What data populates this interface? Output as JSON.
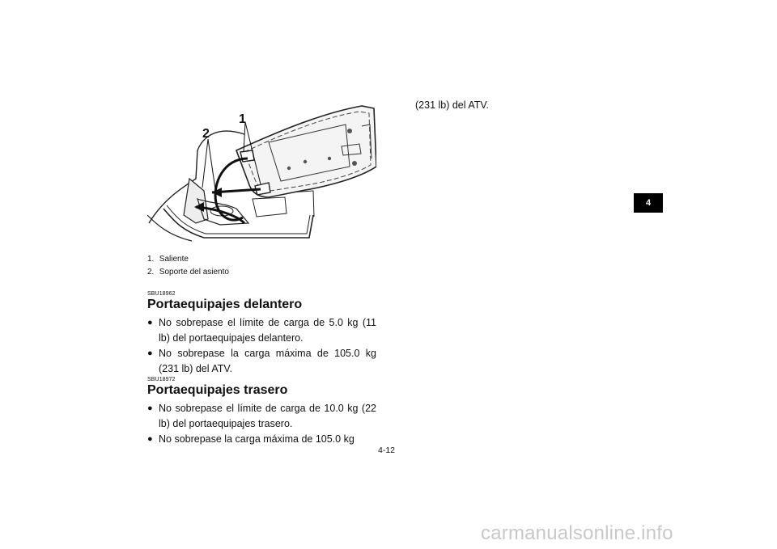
{
  "figure": {
    "callouts": [
      "1",
      "2"
    ],
    "captions": [
      {
        "num": "1.",
        "text": "Saliente"
      },
      {
        "num": "2.",
        "text": "Soporte del asiento"
      }
    ]
  },
  "sections": [
    {
      "code": "SBU18962",
      "title": "Portaequipajes delantero",
      "bullets": [
        "No sobrepase el límite de carga de 5.0 kg (11 lb) del portaequipajes delantero.",
        "No sobrepase la carga máxima de 105.0 kg (231 lb) del ATV."
      ]
    },
    {
      "code": "SBU18972",
      "title": "Portaequipajes trasero",
      "bullets": [
        "No sobrepase el límite de carga de 10.0 kg (22 lb) del portaequipajes trasero.",
        "No sobrepase la carga máxima de 105.0 kg"
      ]
    }
  ],
  "continuation_text": "(231 lb) del ATV.",
  "chapter_tab": "4",
  "page_number": "4-12",
  "bullet_icon": "filled-circle-bullet",
  "watermark": "carmanualsonline.info"
}
